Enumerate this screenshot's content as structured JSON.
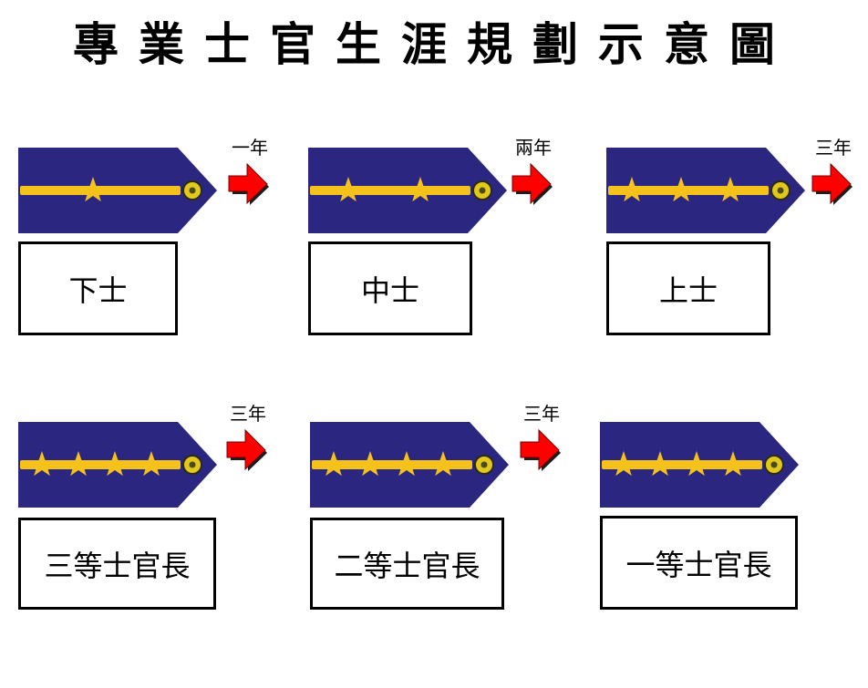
{
  "title": "專業士官生涯規劃示意圖",
  "colors": {
    "epaulette": "#2b2680",
    "stripe": "#f4c21a",
    "star": "#f4c21a",
    "button": "#e2c81c",
    "arrow": "#ff0000"
  },
  "ranks": [
    {
      "name": "下士",
      "stars": 1
    },
    {
      "name": "中士",
      "stars": 2
    },
    {
      "name": "上士",
      "stars": 3
    },
    {
      "name": "三等士官長",
      "stars": 4
    },
    {
      "name": "二等士官長",
      "stars": 4
    },
    {
      "name": "一等士官長",
      "stars": 4
    }
  ],
  "transitions": [
    {
      "label": "一年"
    },
    {
      "label": "兩年"
    },
    {
      "label": "三年"
    },
    {
      "label": "三年"
    },
    {
      "label": "三年"
    }
  ]
}
